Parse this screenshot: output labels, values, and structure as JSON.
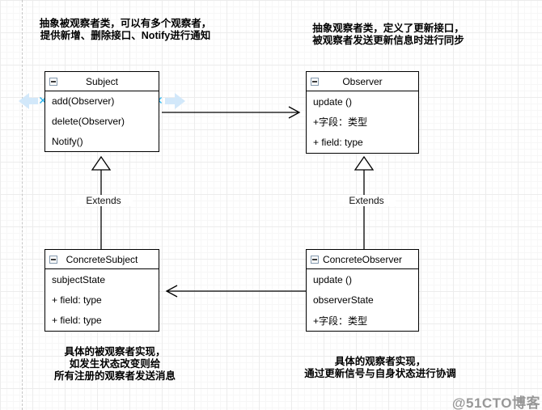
{
  "annotations": {
    "subject_note": [
      "抽象被观察者类，可以有多个观察者，",
      "提供新增、删除接口、Notify进行通知"
    ],
    "observer_note": [
      "抽象观察者类，定义了更新接口，",
      "被观察者发送更新信息时进行同步"
    ],
    "concrete_subject_note": [
      "具体的被观察者实现，",
      "如发生状态改变则给",
      "所有注册的观察者发送消息"
    ],
    "concrete_observer_note": [
      "具体的观察者实现，",
      "通过更新信号与自身状态进行协调"
    ]
  },
  "classes": {
    "subject": {
      "title": "Subject",
      "members": [
        "add(Observer)",
        "delete(Observer)",
        "Notify()"
      ]
    },
    "observer": {
      "title": "Observer",
      "members": [
        "update ()",
        "+字段：类型",
        "+ field: type"
      ]
    },
    "concreteSubject": {
      "title": "ConcreteSubject",
      "members": [
        "subjectState",
        "+ field: type",
        "+ field: type"
      ]
    },
    "concreteObserver": {
      "title": "ConcreteObserver",
      "members": [
        "update ()",
        "observerState",
        "+字段：类型"
      ]
    }
  },
  "edges": {
    "extends_left_label": "Extends",
    "extends_right_label": "Extends",
    "subject_to_observer": "association-arrow",
    "concrete_observer_to_concrete_subject": "association-arrow",
    "concrete_subject_extends_subject": "inheritance-hollow-triangle",
    "concrete_observer_extends_observer": "inheritance-hollow-triangle"
  },
  "icons": {
    "collapse": "minus-square-icon",
    "hover_direction_arrows": "pale-blue-direction-arrow",
    "connection_handle": "blue-x-handle"
  },
  "colors": {
    "box_border": "#000000",
    "handle_blue": "#2ab1ea",
    "hover_arrow_blue": "#d2e8fa",
    "grid_major": "#ececec",
    "grid_minor": "#f7f7f7",
    "watermark_gray": "#979797"
  },
  "watermark": {
    "text": "@51CTO博客"
  }
}
